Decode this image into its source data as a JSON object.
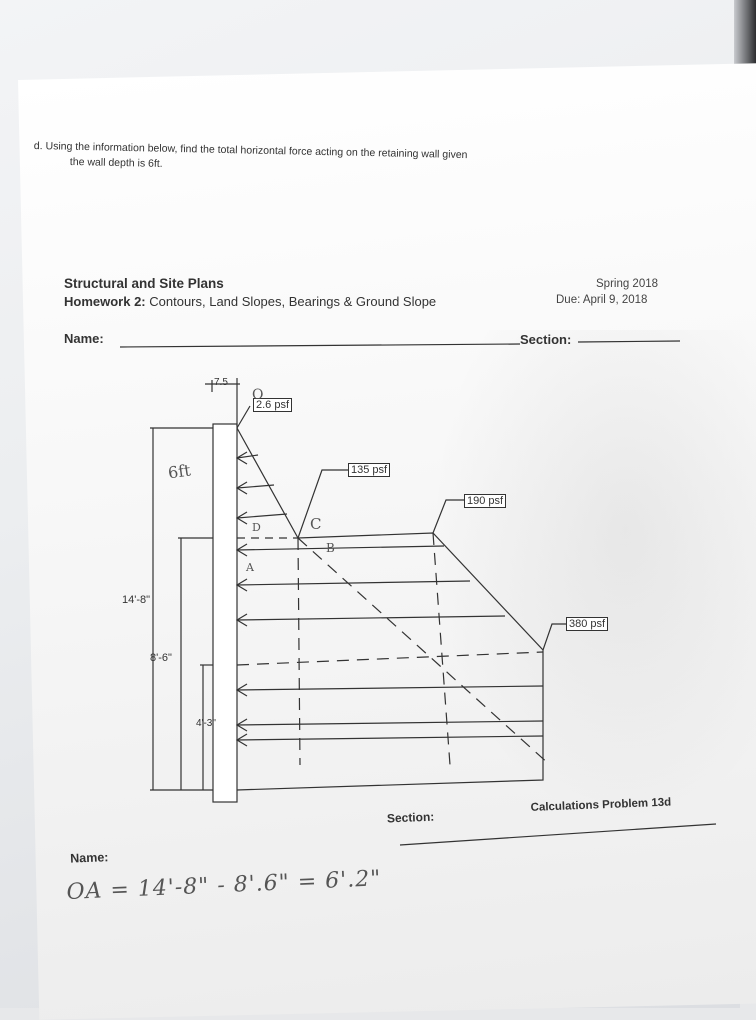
{
  "question": {
    "line1": "d.   Using the information below, find the total horizontal force acting on the retaining wall given",
    "line2": "the wall depth is 6ft."
  },
  "header": {
    "course_title": "Structural and Site Plans",
    "hw_label": "Homework 2:",
    "hw_title": " Contours, Land Slopes, Bearings & Ground Slope",
    "term": "Spring 2018",
    "due": "Due: April 9, 2018",
    "name_label": "Name:",
    "section_label": "Section:"
  },
  "diagram": {
    "pressures": [
      "2.6 psf",
      "135 psf",
      "190 psf",
      "380 psf"
    ],
    "dimensions": [
      "7.5",
      "14'-8\"",
      "8'-6\"",
      "4'-3\""
    ],
    "handwritten_points": [
      "O",
      "6ft",
      "C",
      "B",
      "A",
      "D"
    ]
  },
  "footer": {
    "section_label": "Section:",
    "calc_label": "Calculations Problem 13d",
    "name_label": "Name:"
  },
  "answer": "OA = 14'-8\" - 8'.6\" = 6'.2\""
}
